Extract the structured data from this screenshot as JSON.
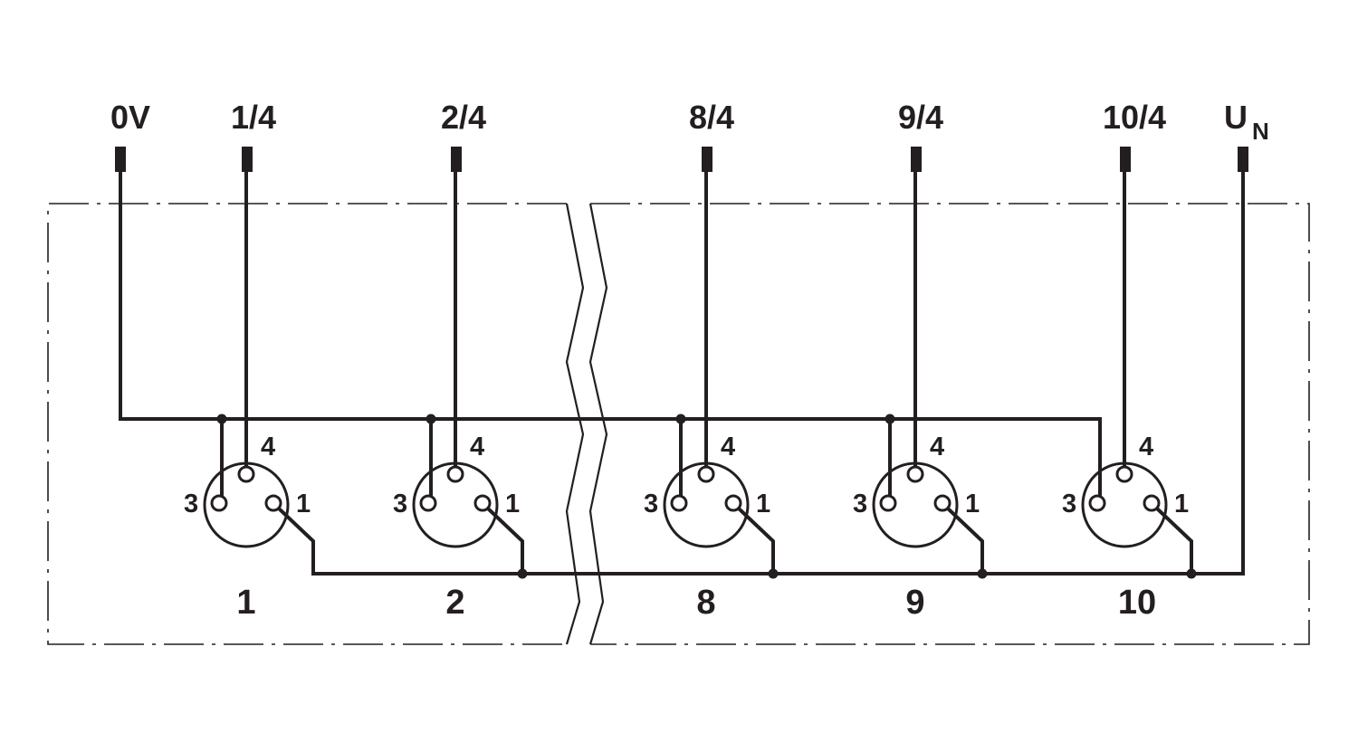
{
  "diagram": {
    "terminals": [
      {
        "id": "0v",
        "label": "0V"
      },
      {
        "id": "1-4",
        "label": "1/4"
      },
      {
        "id": "2-4",
        "label": "2/4"
      },
      {
        "id": "8-4",
        "label": "8/4"
      },
      {
        "id": "9-4",
        "label": "9/4"
      },
      {
        "id": "10-4",
        "label": "10/4"
      },
      {
        "id": "un",
        "label": "U",
        "subscript": "N"
      }
    ],
    "connectors": [
      {
        "number": "1",
        "pins": {
          "p4": "4",
          "p3": "3",
          "p1": "1"
        }
      },
      {
        "number": "2",
        "pins": {
          "p4": "4",
          "p3": "3",
          "p1": "1"
        }
      },
      {
        "number": "8",
        "pins": {
          "p4": "4",
          "p3": "3",
          "p1": "1"
        }
      },
      {
        "number": "9",
        "pins": {
          "p4": "4",
          "p3": "3",
          "p1": "1"
        }
      },
      {
        "number": "10",
        "pins": {
          "p4": "4",
          "p3": "3",
          "p1": "1"
        }
      }
    ],
    "colors": {
      "ink": "#231f20",
      "background": "#ffffff"
    }
  }
}
